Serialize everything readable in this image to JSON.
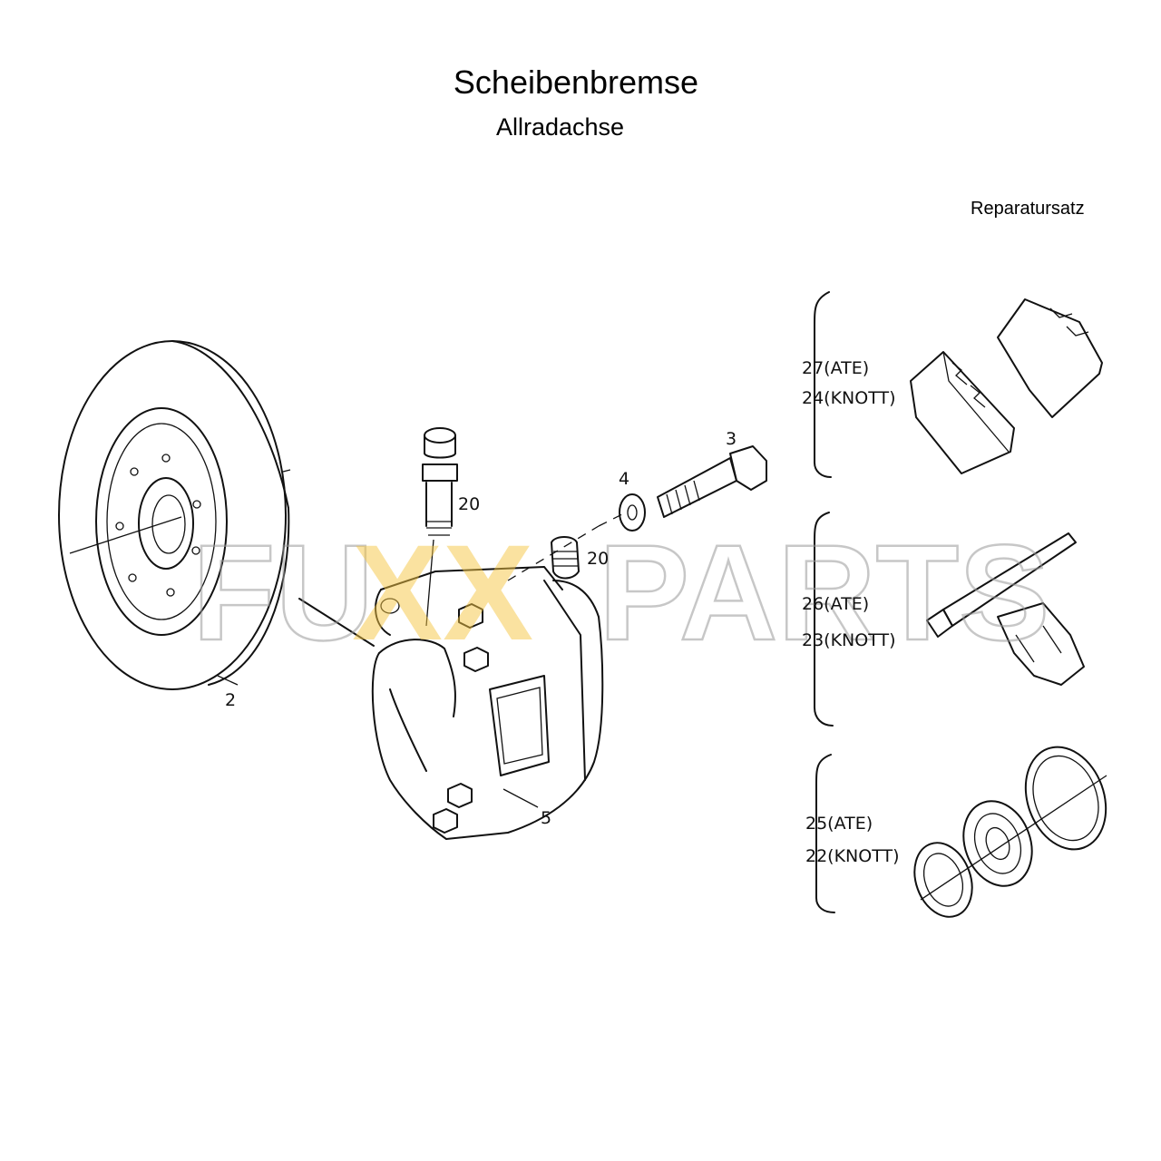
{
  "header": {
    "title": "Scheibenbremse",
    "subtitle": "Allradachse"
  },
  "kit": {
    "label": "Reparatursatz"
  },
  "callouts": {
    "disc": "2",
    "caliper": "5",
    "bolt": "3",
    "washer": "4",
    "bleeder_top": "20",
    "bleeder_right": "20",
    "pads_ate": "27(ATE)",
    "pads_knott": "24(KNOTT)",
    "pins_ate": "26(ATE)",
    "pins_knott": "23(KNOTT)",
    "seals_ate": "25(ATE)",
    "seals_knott": "22(KNOTT)"
  },
  "watermark": {
    "left": "FU",
    "middle": "XX",
    "right": "PARTS",
    "accent_color": "#f5c542",
    "outline_color": "#9a9a9a"
  }
}
